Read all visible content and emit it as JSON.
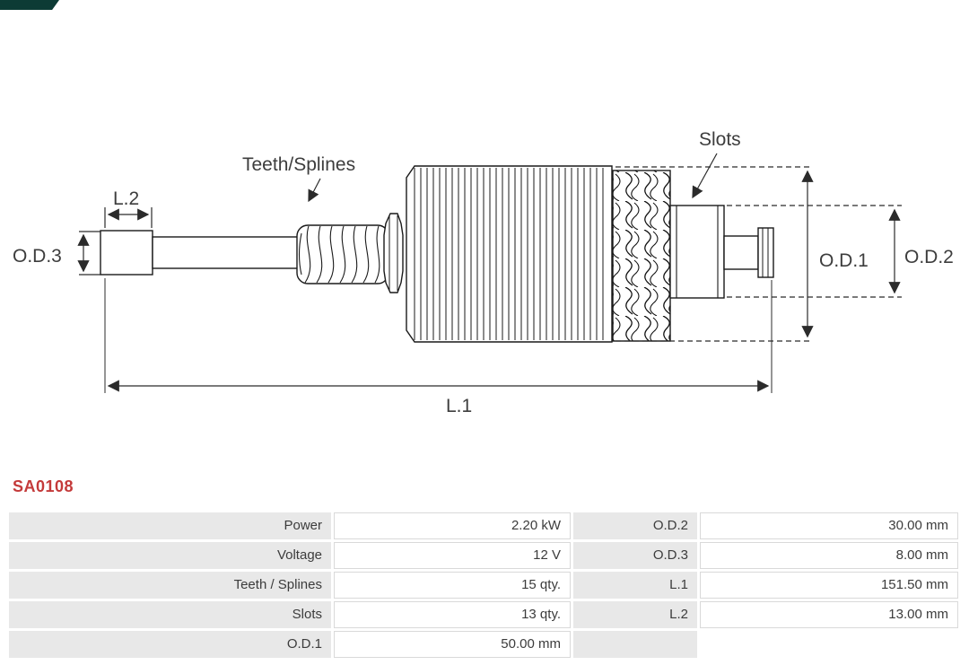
{
  "brand": {
    "logo_name": "as-pl-logo-fragment",
    "logo_color": "#0d3b35"
  },
  "part_number": "SA0108",
  "diagram": {
    "type": "starter-armature-technical-drawing",
    "labels": {
      "teeth_splines": "Teeth/Splines",
      "slots": "Slots",
      "l1": "L.1",
      "l2": "L.2",
      "od1": "O.D.1",
      "od2": "O.D.2",
      "od3": "O.D.3"
    }
  },
  "spec_table": {
    "rows": [
      {
        "label_left": "Power",
        "value_left": "2.20 kW",
        "label_right": "O.D.2",
        "value_right": "30.00 mm"
      },
      {
        "label_left": "Voltage",
        "value_left": "12 V",
        "label_right": "O.D.3",
        "value_right": "8.00 mm"
      },
      {
        "label_left": "Teeth / Splines",
        "value_left": "15 qty.",
        "label_right": "L.1",
        "value_right": "151.50 mm"
      },
      {
        "label_left": "Slots",
        "value_left": "13 qty.",
        "label_right": "L.2",
        "value_right": "13.00 mm"
      },
      {
        "label_left": "O.D.1",
        "value_left": "50.00 mm",
        "label_right": "",
        "value_right": ""
      }
    ]
  },
  "colors": {
    "part_number_red": "#c43a3a",
    "cell_gray": "#e8e8e8",
    "cell_border": "#d9d9d9",
    "diagram_ink": "#1a1a1a"
  }
}
